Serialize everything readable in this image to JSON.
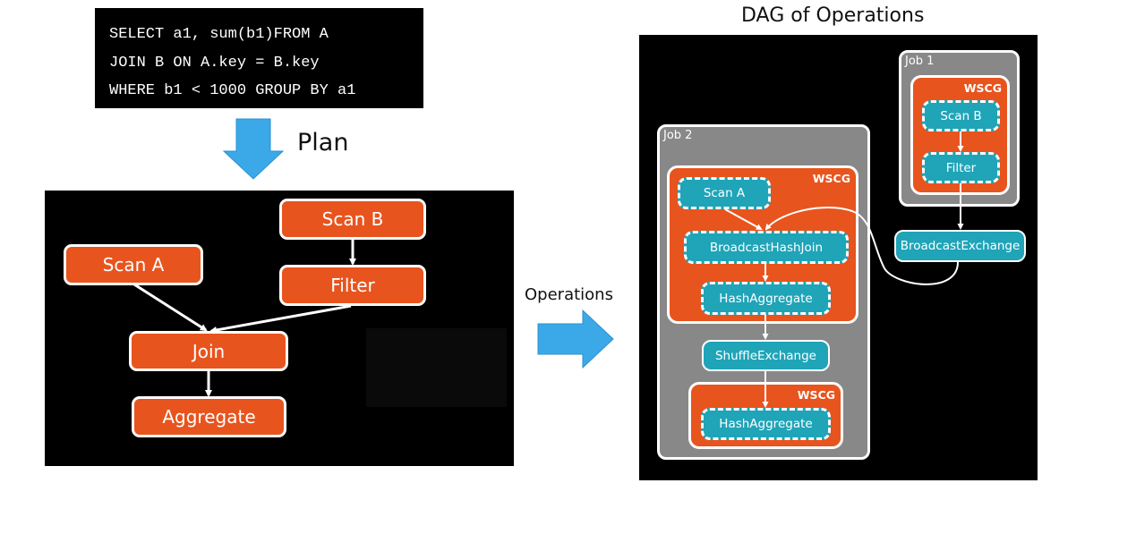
{
  "sql": {
    "lines": [
      "SELECT a1, sum(b1)FROM A",
      "JOIN B ON A.key = B.key",
      "WHERE b1 < 1000 GROUP BY a1"
    ]
  },
  "labels": {
    "plan": "Plan",
    "operations": "Operations",
    "dag_title": "DAG of Operations"
  },
  "plan": {
    "scan_a": "Scan A",
    "scan_b": "Scan B",
    "filter": "Filter",
    "join": "Join",
    "aggregate": "Aggregate"
  },
  "dag": {
    "job1": {
      "label": "Job 1",
      "wscg": "WSCG",
      "scan_b": "Scan B",
      "filter": "Filter"
    },
    "broadcast_exchange": "BroadcastExchange",
    "job2": {
      "label": "Job 2",
      "wscg_top": "WSCG",
      "scan_a": "Scan A",
      "broadcast_hash_join": "BroadcastHashJoin",
      "hash_aggregate_1": "HashAggregate",
      "shuffle_exchange": "ShuffleExchange",
      "wscg_bottom": "WSCG",
      "hash_aggregate_2": "HashAggregate"
    }
  },
  "colors": {
    "operator_orange": "#e8541e",
    "operator_teal": "#1fa4b8",
    "arrow_blue": "#3ba9e8",
    "job_gray": "#888888"
  }
}
